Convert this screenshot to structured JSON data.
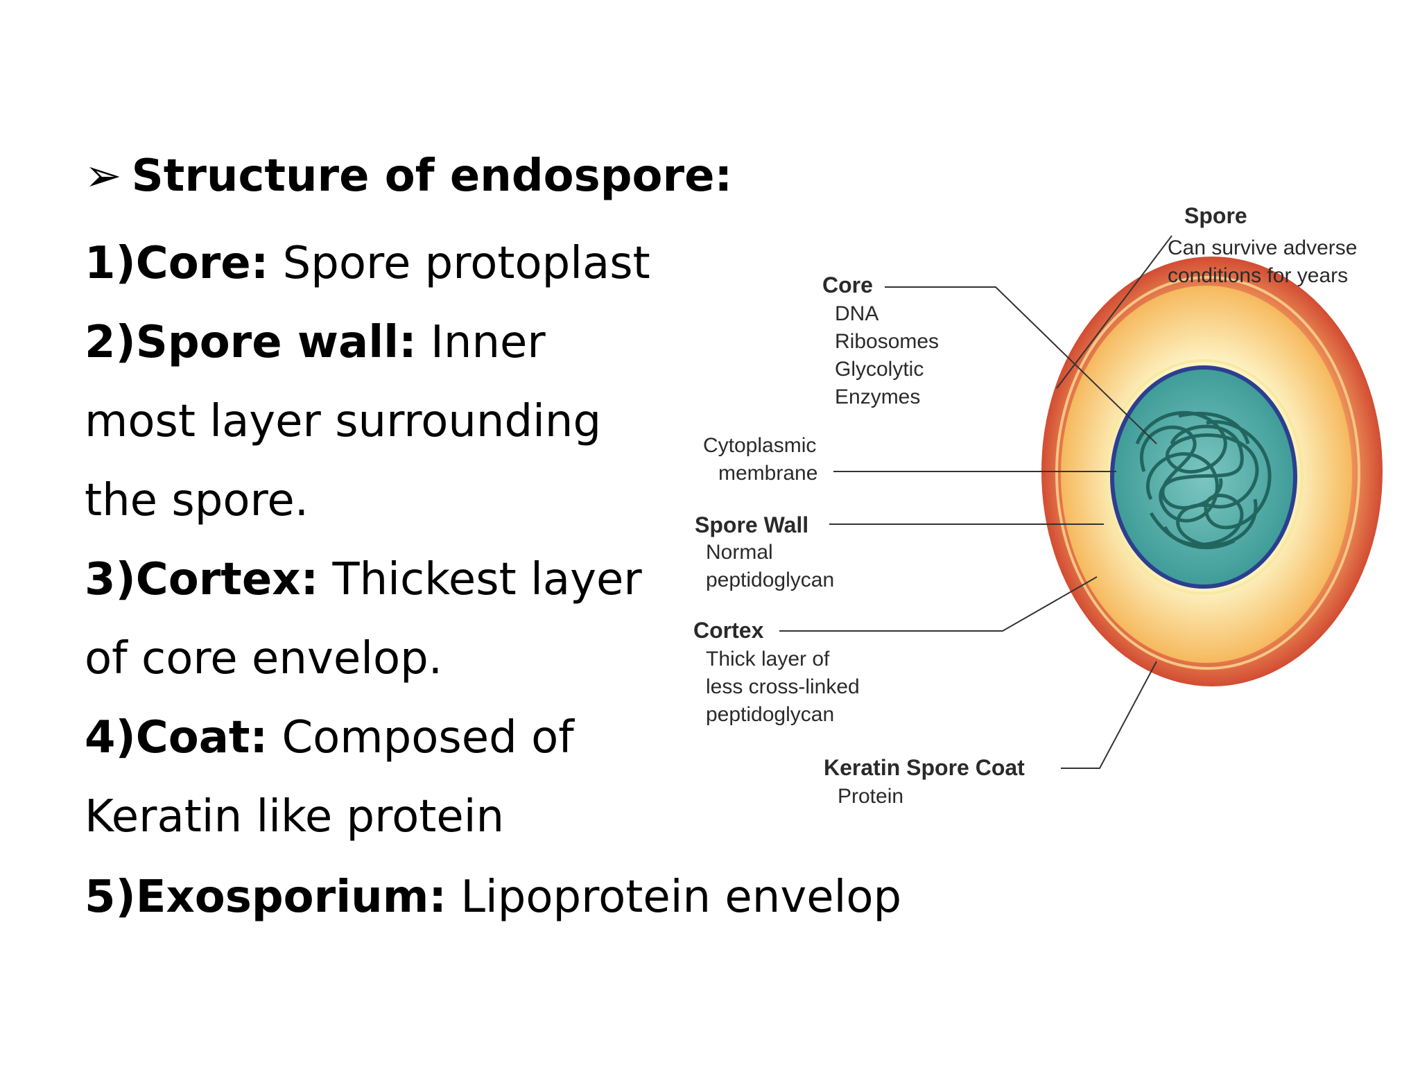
{
  "heading": {
    "bullet": "➢",
    "text": "Structure of endospore:"
  },
  "items": [
    {
      "num": "1)",
      "term": "Core:",
      "desc_lines": [
        "Spore  protoplast"
      ]
    },
    {
      "num": "2)",
      "term": "Spore wall:",
      "desc_lines": [
        "Inner",
        "most layer surrounding",
        "the spore."
      ]
    },
    {
      "num": "3)",
      "term": "Cortex:",
      "desc_lines": [
        "Thickest layer",
        "of core envelop."
      ]
    },
    {
      "num": "4)",
      "term": "Coat:",
      "desc_lines": [
        "Composed of",
        "Keratin like protein"
      ]
    },
    {
      "num": "5)",
      "term": "Exosporium:",
      "desc_lines": [
        "Lipoprotein envelop"
      ]
    }
  ],
  "diagram": {
    "spore": {
      "title": "Spore",
      "desc": [
        "Can survive adverse",
        "conditions for years"
      ]
    },
    "core": {
      "title": "Core",
      "desc": [
        "DNA",
        "Ribosomes",
        "Glycolytic",
        "Enzymes"
      ]
    },
    "cytoplasmic_membrane": {
      "lines": [
        "Cytoplasmic",
        "membrane"
      ]
    },
    "spore_wall": {
      "title": "Spore Wall",
      "desc": [
        "Normal",
        "peptidoglycan"
      ]
    },
    "cortex": {
      "title": "Cortex",
      "desc": [
        "Thick layer of",
        "less cross-linked",
        "peptidoglycan"
      ]
    },
    "coat": {
      "title": "Keratin Spore Coat",
      "desc": [
        "Protein"
      ]
    },
    "colors": {
      "coat_outer": "#d9553a",
      "coat_inner": "#ef8a4f",
      "cortex_outer": "#f7c56a",
      "cortex_inner": "#fbe9a6",
      "core_fill": "#4aa7a3",
      "core_membrane": "#2c3f8f",
      "dna": "#1d5e57"
    }
  }
}
